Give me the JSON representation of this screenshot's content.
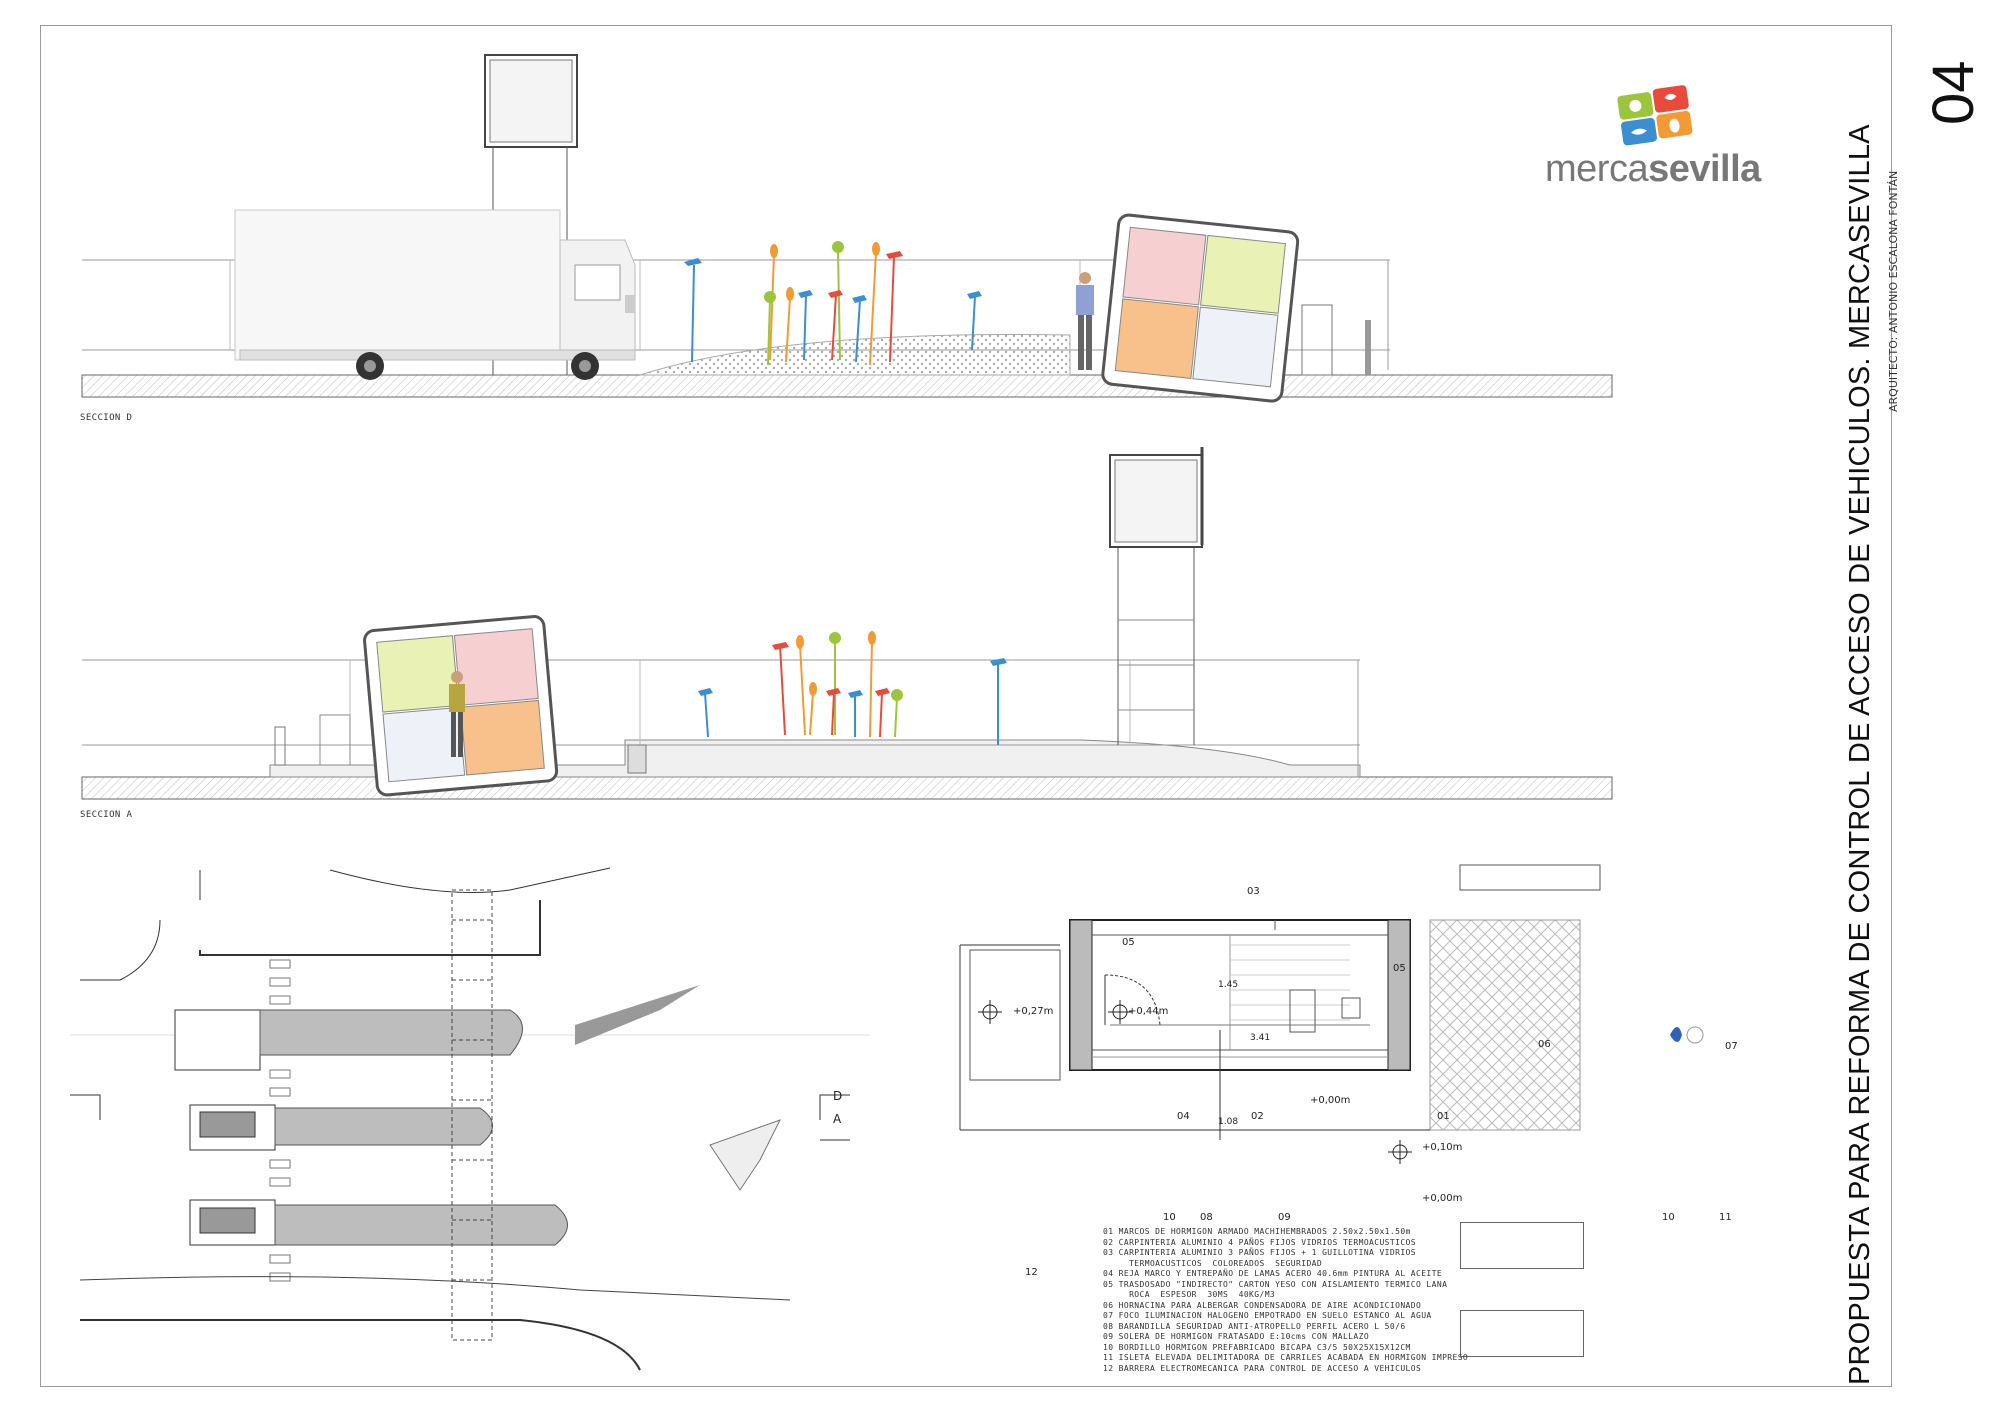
{
  "sheet": {
    "number": "04",
    "title": "PROPUESTA PARA REFORMA DE CONTROL DE ACCESO DE VEHICULOS. MERCASEVILLA",
    "architect": "ARQUITECTO:    ANTONIO    ESCALONA    FONTÁN"
  },
  "logo": {
    "text_light": "merca",
    "text_bold": "sevilla",
    "tile_colors": [
      "#e84b3c",
      "#9bc53d",
      "#3b8fd1",
      "#f29b34"
    ]
  },
  "sections": {
    "d_label": "SECCION  D",
    "a_label": "SECCION  A"
  },
  "plan_marks": {
    "d": "D",
    "a": "A"
  },
  "detail": {
    "levels": [
      "+0,27m",
      "+0,44m",
      "+0,00m",
      "+0,10m",
      "+0,00m"
    ],
    "dims": [
      "1.45",
      "3.41",
      "1.08"
    ],
    "callouts": [
      "03",
      "05",
      "05",
      "06",
      "07",
      "04",
      "02",
      "01",
      "10",
      "08",
      "09",
      "10",
      "11",
      "12"
    ]
  },
  "legend": [
    "01  MARCOS  DE  HORMIGON  ARMADO  MACHIHEMBRADOS  2.50x2.50x1.50m",
    "02  CARPINTERIA  ALUMINIO  4  PAÑOS  FIJOS  VIDRIOS  TERMOACUSTICOS",
    "03  CARPINTERIA  ALUMINIO  3  PAÑOS  FIJOS  +  1  GUILLOTINA  VIDRIOS",
    "     TERMOACUSTICOS  COLOREADOS  SEGURIDAD",
    "04  REJA  MARCO  Y  ENTREPAÑO  DE  LAMAS  ACERO  40.6mm  PINTURA  AL  ACEITE",
    "05  TRASDOSADO  \"INDIRECTO\"  CARTON  YESO  CON  AISLAMIENTO  TERMICO  LANA",
    "     ROCA  ESPESOR  30MS  40KG/M3",
    "06  HORNACINA  PARA  ALBERGAR  CONDENSADORA  DE  AIRE  ACONDICIONADO",
    "07  FOCO  ILUMINACION  HALOGENO  EMPOTRADO  EN  SUELO  ESTANCO  AL  AGUA",
    "08  BARANDILLA  SEGURIDAD  ANTI-ATROPELLO  PERFIL  ACERO  L  50/6",
    "09  SOLERA  DE  HORMIGON  FRATASADO  E:10cms  CON  MALLAZO",
    "10  BORDILLO  HORMIGON  PREFABRICADO  BICAPA  C3/5  50X25X15X12CM",
    "11  ISLETA  ELEVADA  DELIMITADORA  DE  CARRILES  ACABADA  EN  HORMIGON  IMPRESO",
    "12  BARRERA  ELECTROMECANICA  PARA  CONTROL  DE  ACCESO  A  VEHICULOS"
  ]
}
